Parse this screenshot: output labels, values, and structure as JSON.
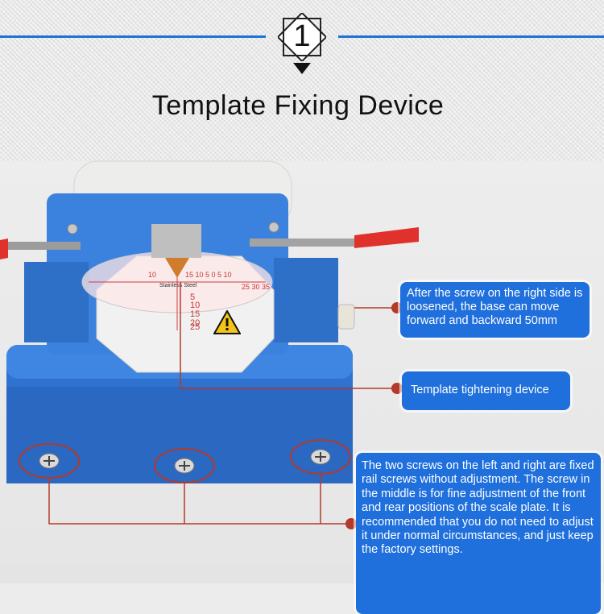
{
  "header": {
    "section_number": "1",
    "title": "Template Fixing Device"
  },
  "labels": {
    "dial_brand": "Stainless Steel",
    "dial_top_left": "10",
    "dial_top_right": "15 10 5 0 5 10",
    "dial_right": "25 30 35",
    "scale_marks": [
      "5",
      "10",
      "15",
      "20",
      "25"
    ]
  },
  "callouts": {
    "base_screw": "After the screw on the right side is loosened, the base can move forward and backward 50mm",
    "template_tightening": "Template tightening device",
    "rail_screws": "The two screws on the left and right are fixed rail screws without adjustment. The screw in the middle is for fine adjustment of the front and rear positions of the scale plate. It is recommended that you do not need to adjust it under normal circumstances, and just keep the factory settings."
  },
  "colors": {
    "accent_blue": "#1e73d6",
    "callout_blue": "#1f6fdc",
    "device_blue": "#2f72d0",
    "clamp_red": "#e0312c",
    "annotation_red": "#b33a2a",
    "warning_yellow": "#f3c316"
  },
  "icons": [
    "warning-icon",
    "screw-icon",
    "chevron-down-icon"
  ]
}
